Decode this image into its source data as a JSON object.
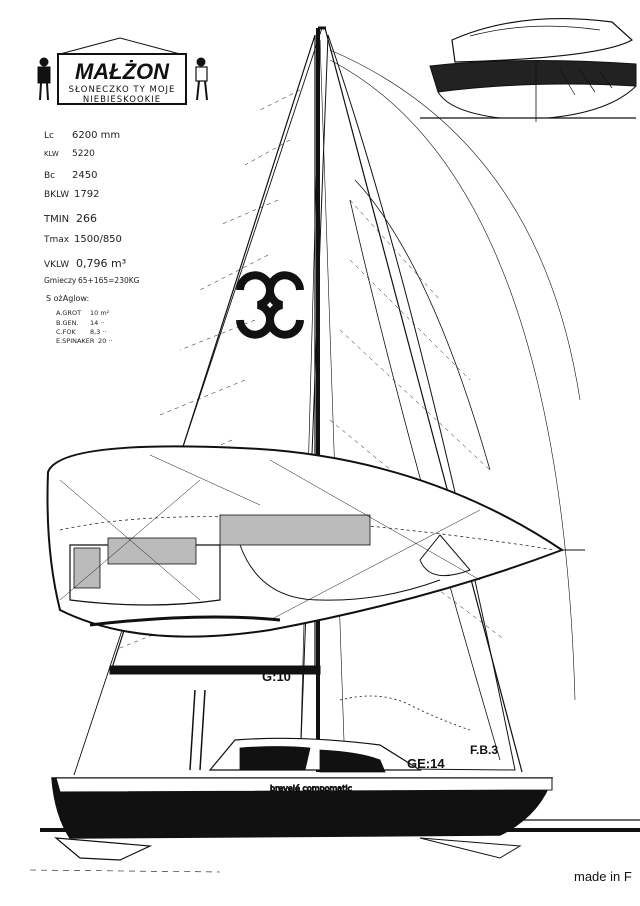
{
  "title": {
    "name": "MAŁŻON",
    "line1": "SŁONECZKO TY MOJE",
    "line2": "NIEBIESKOOKIE"
  },
  "specs": [
    {
      "label": "Lc",
      "value": "6200 mm"
    },
    {
      "label": "KLW",
      "value": "5220"
    },
    {
      "label": "Bc",
      "value": "2450"
    },
    {
      "label": "BKLW",
      "value": "1792"
    },
    {
      "label": "TMIN",
      "value": "266"
    },
    {
      "label": "Tmax",
      "value": "1500/850"
    },
    {
      "label": "VKLW",
      "value": "0,796 m³"
    },
    {
      "label": "Gmieczy",
      "value": "65+165=230KG"
    }
  ],
  "sails": {
    "heading": "S ożAglow:",
    "items": [
      {
        "name": "A.GROT",
        "area": "10 m²"
      },
      {
        "name": "B.GEN.",
        "area": "14 ··"
      },
      {
        "name": "C.FOK",
        "area": "8,3 ··"
      },
      {
        "name": "E.SPINAKER",
        "area": "20 ··"
      }
    ]
  },
  "sail_marks": {
    "main": "G:10",
    "genoa": "GE:14",
    "jib": "F.B.3",
    "number": "3"
  },
  "hull_text": "brevelé compomatic",
  "bottom_label": "made in F",
  "colors": {
    "ink": "#111111",
    "paper": "#ffffff",
    "hull": "#111111",
    "grey": "#777777"
  }
}
